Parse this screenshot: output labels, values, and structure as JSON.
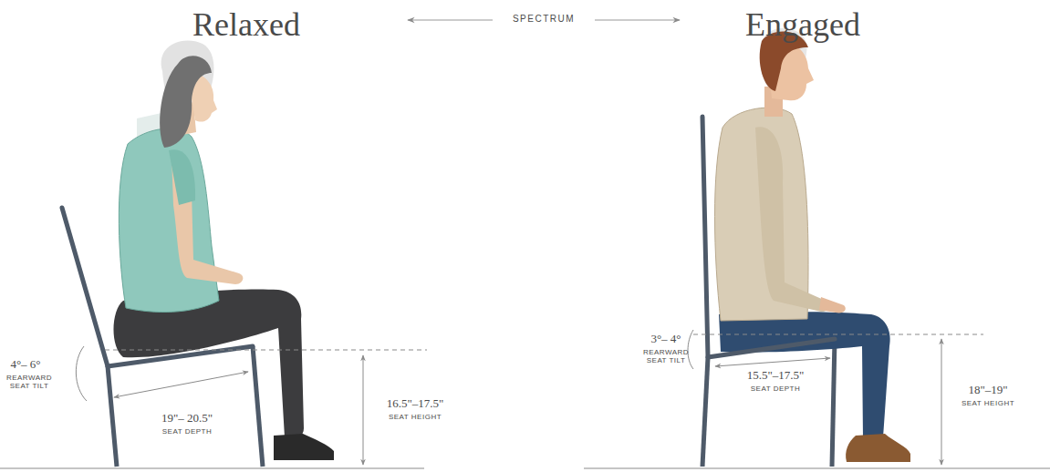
{
  "diagram": {
    "labels": [
      "Relaxed",
      "SPECTRUM",
      "Engaged",
      "4°– 6°",
      "REARWARD SEAT TILT",
      "19\"– 20.5\"",
      "SEAT DEPTH",
      "16.5\"–17.5\"",
      "SEAT HEIGHT",
      "3°– 4°",
      "REARWARD SEAT TILT",
      "15.5\"–17.5\"",
      "SEAT DEPTH",
      "18\"–19\"",
      "SEAT HEIGHT"
    ]
  }
}
